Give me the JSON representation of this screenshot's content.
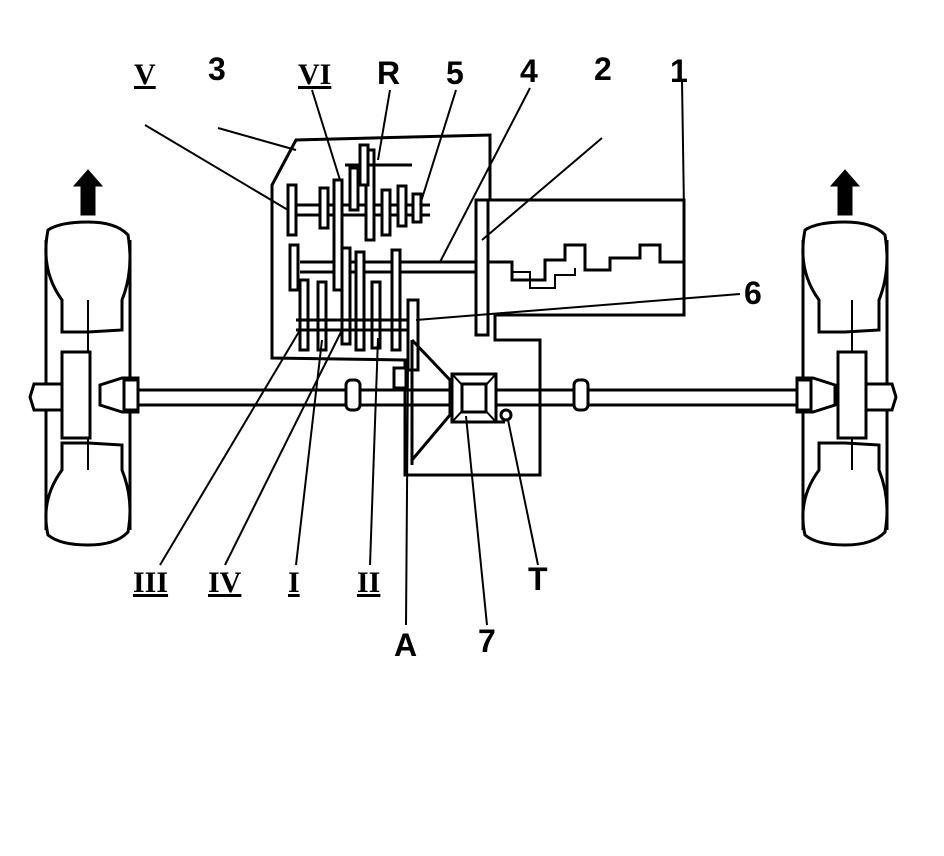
{
  "labels": {
    "gear_v": "V",
    "num_3": "3",
    "gear_vi": "VI",
    "gear_r": "R",
    "num_5": "5",
    "num_4": "4",
    "num_2": "2",
    "num_1": "1",
    "num_6": "6",
    "gear_iii": "III",
    "gear_iv": "IV",
    "gear_i": "I",
    "gear_ii": "II",
    "letter_a": "A",
    "num_7": "7",
    "letter_t": "T"
  },
  "colors": {
    "ink": "#000000",
    "background": "#ffffff"
  },
  "icons": {
    "direction": "up-arrow-icon"
  }
}
